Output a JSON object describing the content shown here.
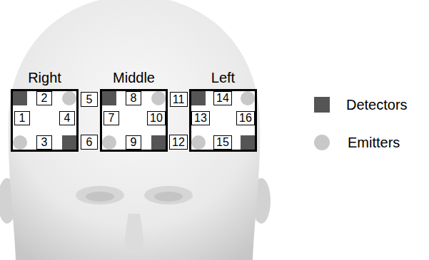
{
  "diagram": {
    "nodes": [
      {
        "text": [
          "Right"
        ]
      },
      {
        "text": [
          "1"
        ],
        "in": 0
      },
      {
        "text": [
          "2"
        ],
        "in": 0
      },
      {
        "text": [
          "3"
        ],
        "in": 0
      },
      {
        "text": [
          "4"
        ],
        "in": 0
      },
      {
        "text": [
          "5"
        ]
      },
      {
        "text": [
          "6"
        ]
      },
      {
        "text": [
          "Middle"
        ]
      },
      {
        "text": [
          "7"
        ],
        "in": 7
      },
      {
        "text": [
          "8"
        ],
        "in": 7
      },
      {
        "text": [
          "9"
        ],
        "in": 7
      },
      {
        "text": [
          "10"
        ],
        "in": 7
      },
      {
        "text": [
          "11"
        ]
      },
      {
        "text": [
          "12"
        ]
      },
      {
        "text": [
          "Left"
        ]
      },
      {
        "text": [
          "13"
        ],
        "in": 14
      },
      {
        "text": [
          "14"
        ],
        "in": 14
      },
      {
        "text": [
          "15"
        ],
        "in": 14
      },
      {
        "text": [
          "16"
        ],
        "in": 14
      }
    ],
    "legend": [
      {
        "text": "Detectors",
        "color": "#555555"
      },
      {
        "text": "Emitters",
        "color": "#c8c8c8"
      }
    ]
  }
}
